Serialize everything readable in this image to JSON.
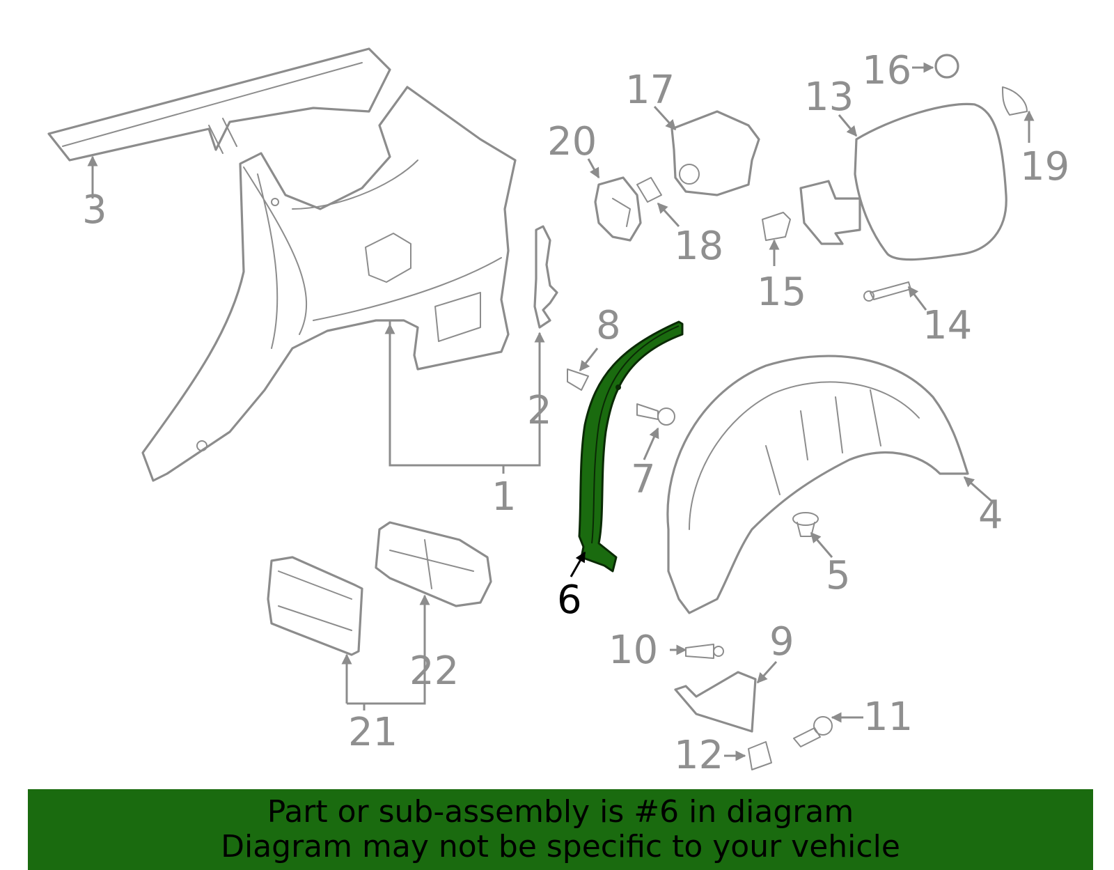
{
  "diagram": {
    "highlighted_part": "6",
    "highlight_color": "#1a6b0f",
    "callouts": [
      "1",
      "2",
      "3",
      "4",
      "5",
      "6",
      "7",
      "8",
      "9",
      "10",
      "11",
      "12",
      "13",
      "14",
      "15",
      "16",
      "17",
      "18",
      "19",
      "20",
      "21",
      "22"
    ]
  },
  "banner": {
    "line1": "Part or sub-assembly is #6 in diagram",
    "line2": "Diagram may not be specific to your vehicle",
    "background": "#1a6b0f"
  }
}
